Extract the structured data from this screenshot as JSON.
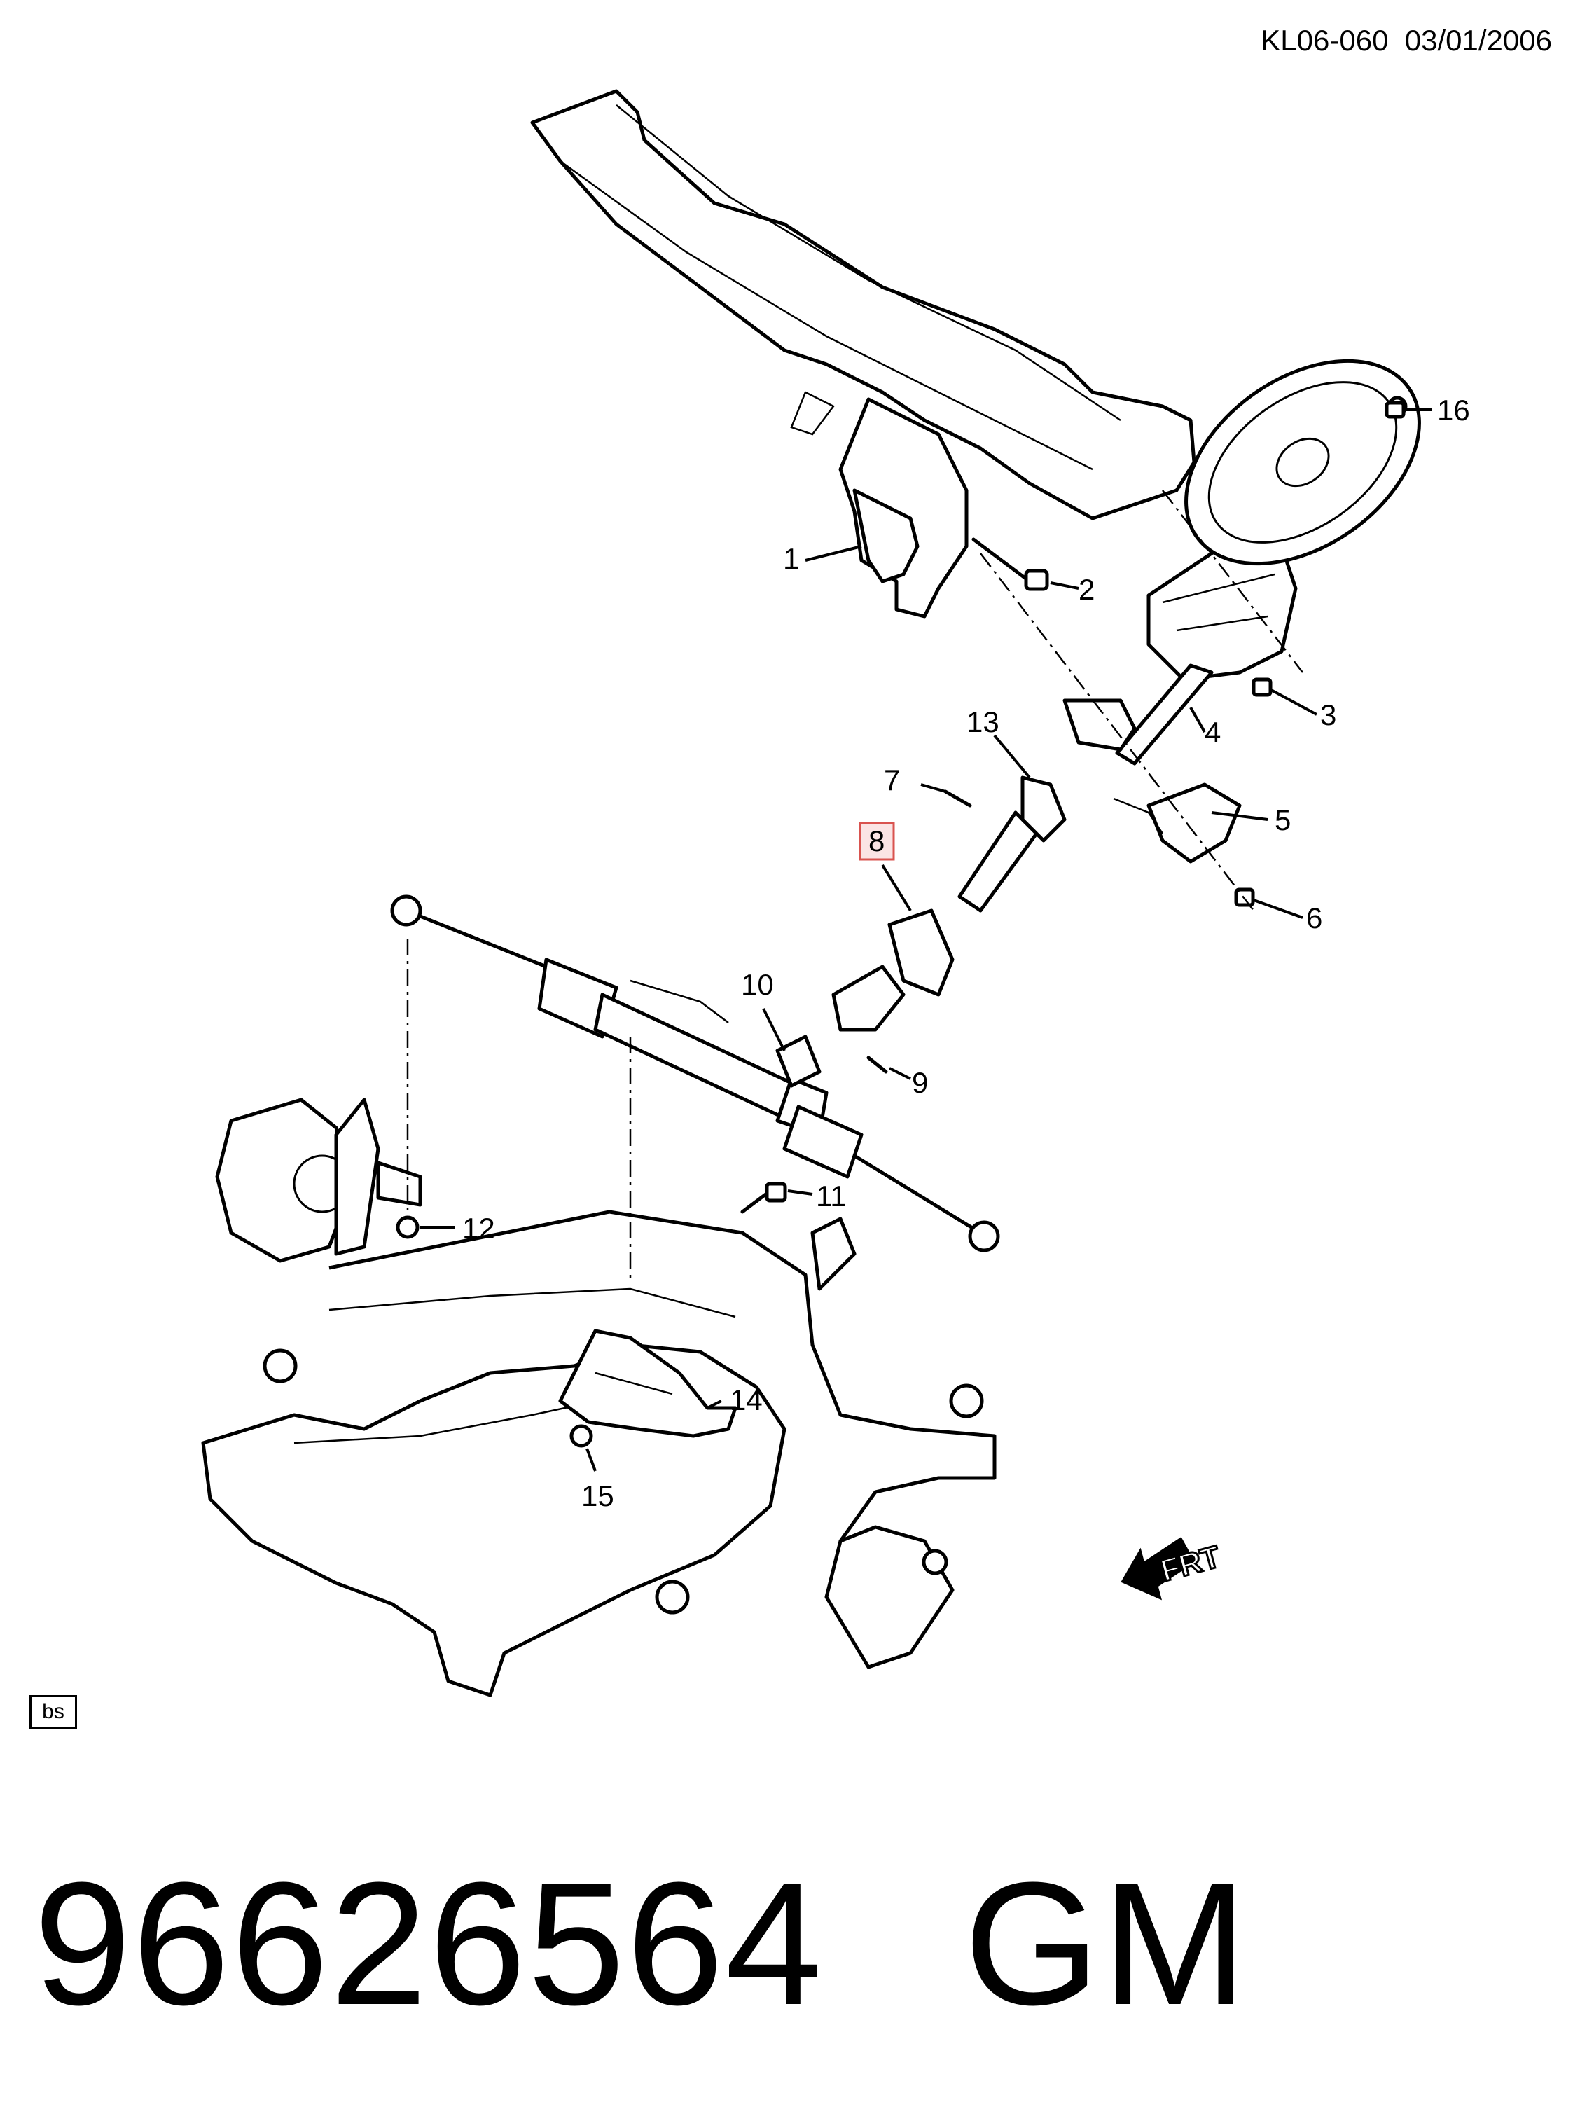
{
  "header": {
    "drawing_code": "KL06-060",
    "date": "03/01/2006"
  },
  "callouts": [
    {
      "id": "c1",
      "label": "1"
    },
    {
      "id": "c2",
      "label": "2"
    },
    {
      "id": "c3",
      "label": "3"
    },
    {
      "id": "c4",
      "label": "4"
    },
    {
      "id": "c5",
      "label": "5"
    },
    {
      "id": "c6",
      "label": "6"
    },
    {
      "id": "c7",
      "label": "7"
    },
    {
      "id": "c8",
      "label": "8"
    },
    {
      "id": "c9",
      "label": "9"
    },
    {
      "id": "c10",
      "label": "10"
    },
    {
      "id": "c11",
      "label": "11"
    },
    {
      "id": "c12",
      "label": "12"
    },
    {
      "id": "c13",
      "label": "13"
    },
    {
      "id": "c14",
      "label": "14"
    },
    {
      "id": "c15",
      "label": "15"
    },
    {
      "id": "c16",
      "label": "16"
    }
  ],
  "highlighted_callout": "8",
  "highlight_color": "#d9534f",
  "highlight_fill": "#fbe4e4",
  "direction_badge": "FRT",
  "corner_tag": "bs",
  "footer": {
    "part_number": "96626564",
    "brand": "GM"
  }
}
